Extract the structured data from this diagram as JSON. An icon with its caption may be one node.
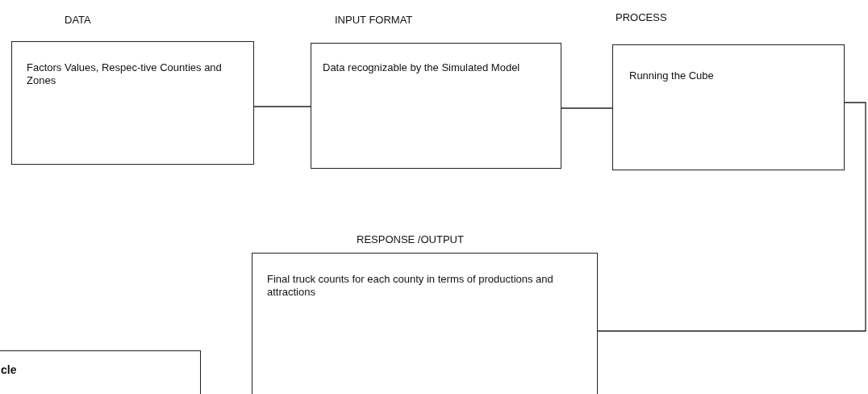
{
  "diagram": {
    "nodes": [
      {
        "text": [
          "DATA",
          "Factors Values, Respec-tive Counties and Zones"
        ]
      },
      {
        "text": [
          "INPUT FORMAT",
          "Data recognizable by the Simulated Model"
        ]
      },
      {
        "text": [
          "PROCESS",
          "Running the Cube"
        ]
      },
      {
        "text": [
          "RESPONSE /OUTPUT",
          "Final truck counts for each county in terms of productions and attractions"
        ]
      },
      {
        "text": [
          "cle"
        ]
      }
    ],
    "edges": [
      {
        "from": 0,
        "to": 1,
        "arrow": "none"
      },
      {
        "from": 1,
        "to": 2,
        "arrow": "none"
      },
      {
        "from": 2,
        "to": 3,
        "arrow": "none"
      }
    ]
  }
}
